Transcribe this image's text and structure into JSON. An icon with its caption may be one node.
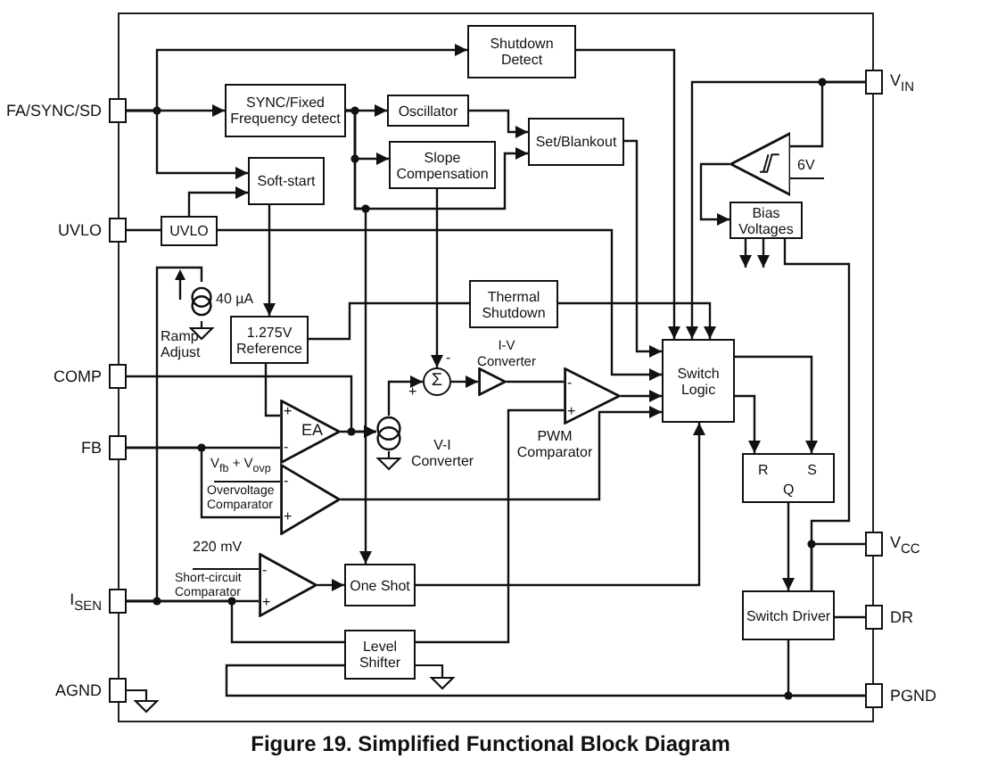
{
  "diagram": {
    "caption": "Figure 19. Simplified Functional Block Diagram",
    "nodes": [
      {
        "text": [
          "FA/SYNC/SD"
        ]
      },
      {
        "text": [
          "UVLO"
        ]
      },
      {
        "text": [
          "COMP"
        ]
      },
      {
        "text": [
          "FB"
        ]
      },
      {
        "text": [
          "I$_{SEN}$"
        ]
      },
      {
        "text": [
          "AGND"
        ]
      },
      {
        "text": [
          "V$_{IN}$"
        ]
      },
      {
        "text": [
          "V$_{CC}$"
        ]
      },
      {
        "text": [
          "DR"
        ]
      },
      {
        "text": [
          "PGND"
        ]
      },
      {
        "text": [
          "Shutdown Detect"
        ]
      },
      {
        "text": [
          "SYNC/Fixed Frequency detect"
        ]
      },
      {
        "text": [
          "Oscillator"
        ]
      },
      {
        "text": [
          "Slope Compensation"
        ]
      },
      {
        "text": [
          "Set/Blankout"
        ]
      },
      {
        "text": [
          "Soft-start"
        ]
      },
      {
        "text": [
          "UVLO"
        ]
      },
      {
        "text": [
          "1.275V Reference"
        ]
      },
      {
        "text": [
          "Thermal Shutdown"
        ]
      },
      {
        "text": [
          "Switch Logic"
        ]
      },
      {
        "text": [
          "R",
          "S",
          "Q"
        ]
      },
      {
        "text": [
          "Switch Driver"
        ]
      },
      {
        "text": [
          "Bias Voltages"
        ]
      },
      {
        "text": [],
        "shape": "triangle",
        "beside": [
          "6V"
        ]
      },
      {
        "text": [
          "EA",
          "+",
          "-"
        ]
      },
      {
        "text": [],
        "shape": "circle",
        "beside": [
          "V-I Converter"
        ]
      },
      {
        "text": [
          "Σ"
        ],
        "beside": [
          "-",
          "+"
        ]
      },
      {
        "text": [],
        "shape": "triangle",
        "beside": [
          "I-V Converter"
        ]
      },
      {
        "text": [
          "-",
          "+"
        ],
        "beside": [
          "PWM Comparator"
        ]
      },
      {
        "text": [
          "-",
          "+"
        ],
        "beside": [
          "V$_{fb}$ + V$_{ovp}$",
          "Overvoltage Comparator"
        ]
      },
      {
        "text": [
          "-",
          "+"
        ],
        "beside": [
          "220 mV",
          "Short-circuit Comparator"
        ]
      },
      {
        "text": [
          "One Shot"
        ]
      },
      {
        "text": [
          "Level Shifter"
        ]
      },
      {
        "text": [],
        "shape": "circle",
        "beside": [
          "40 µA"
        ]
      }
    ],
    "edges": [
      {
        "from": 0,
        "to": 11,
        "arrow": "to"
      },
      {
        "from": 0,
        "to": 10,
        "arrow": "to"
      },
      {
        "from": 0,
        "to": 15,
        "arrow": "to"
      },
      {
        "from": 11,
        "to": 12,
        "arrow": "to"
      },
      {
        "from": 11,
        "to": 13,
        "arrow": "to"
      },
      {
        "from": 11,
        "to": 14,
        "arrow": "to"
      },
      {
        "from": 11,
        "to": 31,
        "arrow": "to"
      },
      {
        "from": 12,
        "to": 14,
        "arrow": "to"
      },
      {
        "from": 13,
        "to": 26,
        "arrow": "to"
      },
      {
        "from": 10,
        "to": 19,
        "arrow": "to"
      },
      {
        "from": 14,
        "to": 19,
        "arrow": "to"
      },
      {
        "from": 1,
        "to": 16,
        "arrow": "none"
      },
      {
        "from": 16,
        "to": 15,
        "arrow": "to"
      },
      {
        "from": 16,
        "to": 19,
        "arrow": "to"
      },
      {
        "from": 15,
        "to": 17,
        "arrow": "to"
      },
      {
        "from": 17,
        "to": 18,
        "arrow": "none"
      },
      {
        "from": 18,
        "to": 19,
        "arrow": "to"
      },
      {
        "from": 17,
        "to": 24,
        "arrow": "none"
      },
      {
        "from": 3,
        "to": 24,
        "arrow": "none"
      },
      {
        "from": 3,
        "to": 29,
        "arrow": "none"
      },
      {
        "from": 2,
        "to": 25,
        "arrow": "to"
      },
      {
        "from": 24,
        "to": 25,
        "arrow": "to"
      },
      {
        "from": 25,
        "to": 26,
        "arrow": "to"
      },
      {
        "from": 26,
        "to": 27,
        "arrow": "to"
      },
      {
        "from": 27,
        "to": 28,
        "arrow": "none"
      },
      {
        "from": 28,
        "to": 19,
        "arrow": "to"
      },
      {
        "from": 29,
        "to": 19,
        "arrow": "to"
      },
      {
        "from": 32,
        "to": 28,
        "arrow": "none"
      },
      {
        "from": 30,
        "to": 31,
        "arrow": "to"
      },
      {
        "from": 31,
        "to": 19,
        "arrow": "to"
      },
      {
        "from": 4,
        "to": 30,
        "arrow": "none"
      },
      {
        "from": 4,
        "to": 32,
        "arrow": "none"
      },
      {
        "from": 4,
        "to": 33,
        "arrow": "none"
      },
      {
        "from": 32,
        "to": 9,
        "arrow": "none"
      },
      {
        "from": 19,
        "to": 20,
        "arrow": "to"
      },
      {
        "from": 19,
        "to": 20,
        "arrow": "to"
      },
      {
        "from": 20,
        "to": 21,
        "arrow": "to"
      },
      {
        "from": 21,
        "to": 8,
        "arrow": "none"
      },
      {
        "from": 21,
        "to": 9,
        "arrow": "none"
      },
      {
        "from": 22,
        "to": 21,
        "arrow": "none"
      },
      {
        "from": 7,
        "to": 21,
        "arrow": "none"
      },
      {
        "from": 6,
        "to": 19,
        "arrow": "to"
      },
      {
        "from": 6,
        "to": 23,
        "arrow": "none"
      },
      {
        "from": 23,
        "to": 22,
        "arrow": "to"
      },
      {
        "from": 22,
        "to": null,
        "arrow": "to"
      },
      {
        "from": 22,
        "to": null,
        "arrow": "to"
      }
    ],
    "labels": [
      "Ramp Adjust"
    ]
  }
}
